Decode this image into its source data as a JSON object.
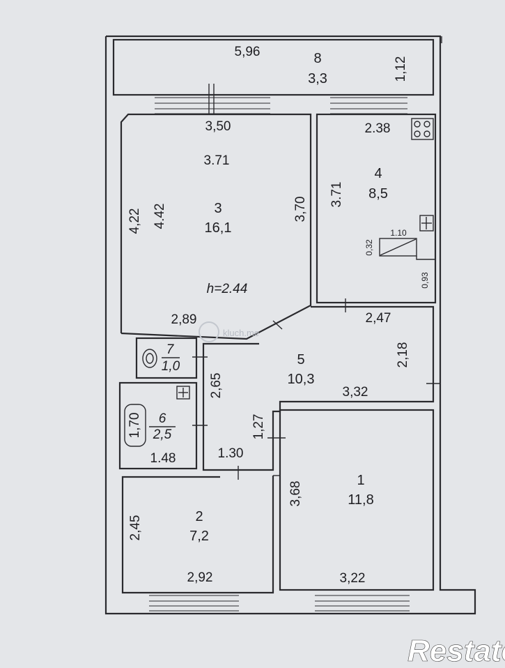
{
  "rooms": [
    {
      "id": "8",
      "number": "8",
      "area": "3,3",
      "dims": [
        "5,96",
        "1,12"
      ]
    },
    {
      "id": "3",
      "number": "3",
      "area": "16,1",
      "dims": [
        "3,50",
        "3.71",
        "4,22",
        "4.42",
        "3,70",
        "2,89"
      ],
      "height_label": "h=2.44"
    },
    {
      "id": "4",
      "number": "4",
      "area": "8,5",
      "dims": [
        "2.38",
        "3.71",
        "1.10",
        "0,32",
        "0,93"
      ]
    },
    {
      "id": "7",
      "number": "7",
      "area": "1,0",
      "dims": []
    },
    {
      "id": "6",
      "number": "6",
      "area": "2,5",
      "dims": [
        "1,70",
        "1.48"
      ]
    },
    {
      "id": "5",
      "number": "5",
      "area": "10,3",
      "dims": [
        "2,47",
        "2,18",
        "3,32",
        "2,65",
        "1,27",
        "1.30"
      ]
    },
    {
      "id": "1",
      "number": "1",
      "area": "11,8",
      "dims": [
        "3,68",
        "3,22"
      ]
    },
    {
      "id": "2",
      "number": "2",
      "area": "7,2",
      "dims": [
        "2,45",
        "2,92"
      ]
    }
  ],
  "watermarks": {
    "center": "kluch.me",
    "corner": "Restate"
  },
  "colors": {
    "paper": "#e4e6e9",
    "wall": "#2a2a2e",
    "text": "#1e1e22"
  }
}
